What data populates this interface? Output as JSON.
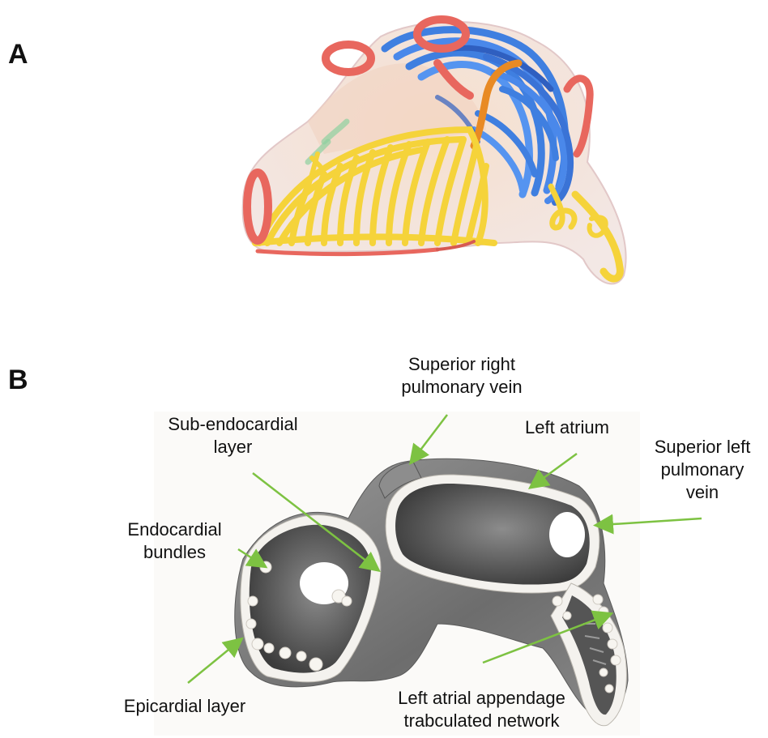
{
  "panels": {
    "a": {
      "letter": "A"
    },
    "b": {
      "letter": "B"
    }
  },
  "labels": {
    "superior_right_pv": {
      "line1": "Superior right",
      "line2": "pulmonary vein"
    },
    "sub_endocardial": {
      "line1": "Sub-endocardial",
      "line2": "layer"
    },
    "left_atrium": {
      "line1": "Left atrium"
    },
    "superior_left_pv": {
      "line1": "Superior left",
      "line2": "pulmonary",
      "line3": "vein"
    },
    "endocardial_bundles": {
      "line1": "Endocardial",
      "line2": "bundles"
    },
    "epicardial_layer": {
      "line1": "Epicardial layer"
    },
    "laa_network": {
      "line1": "Left atrial appendage",
      "line2": "trabculated network"
    }
  },
  "colors": {
    "arrow": "#7dc242",
    "fiber_yellow": "#f5d33a",
    "fiber_blue": "#3f7fe0",
    "ring_red": "#e8675e",
    "fiber_orange": "#e88a24",
    "tissue_gray": "#808080",
    "wall_white": "#f4f2ee"
  }
}
